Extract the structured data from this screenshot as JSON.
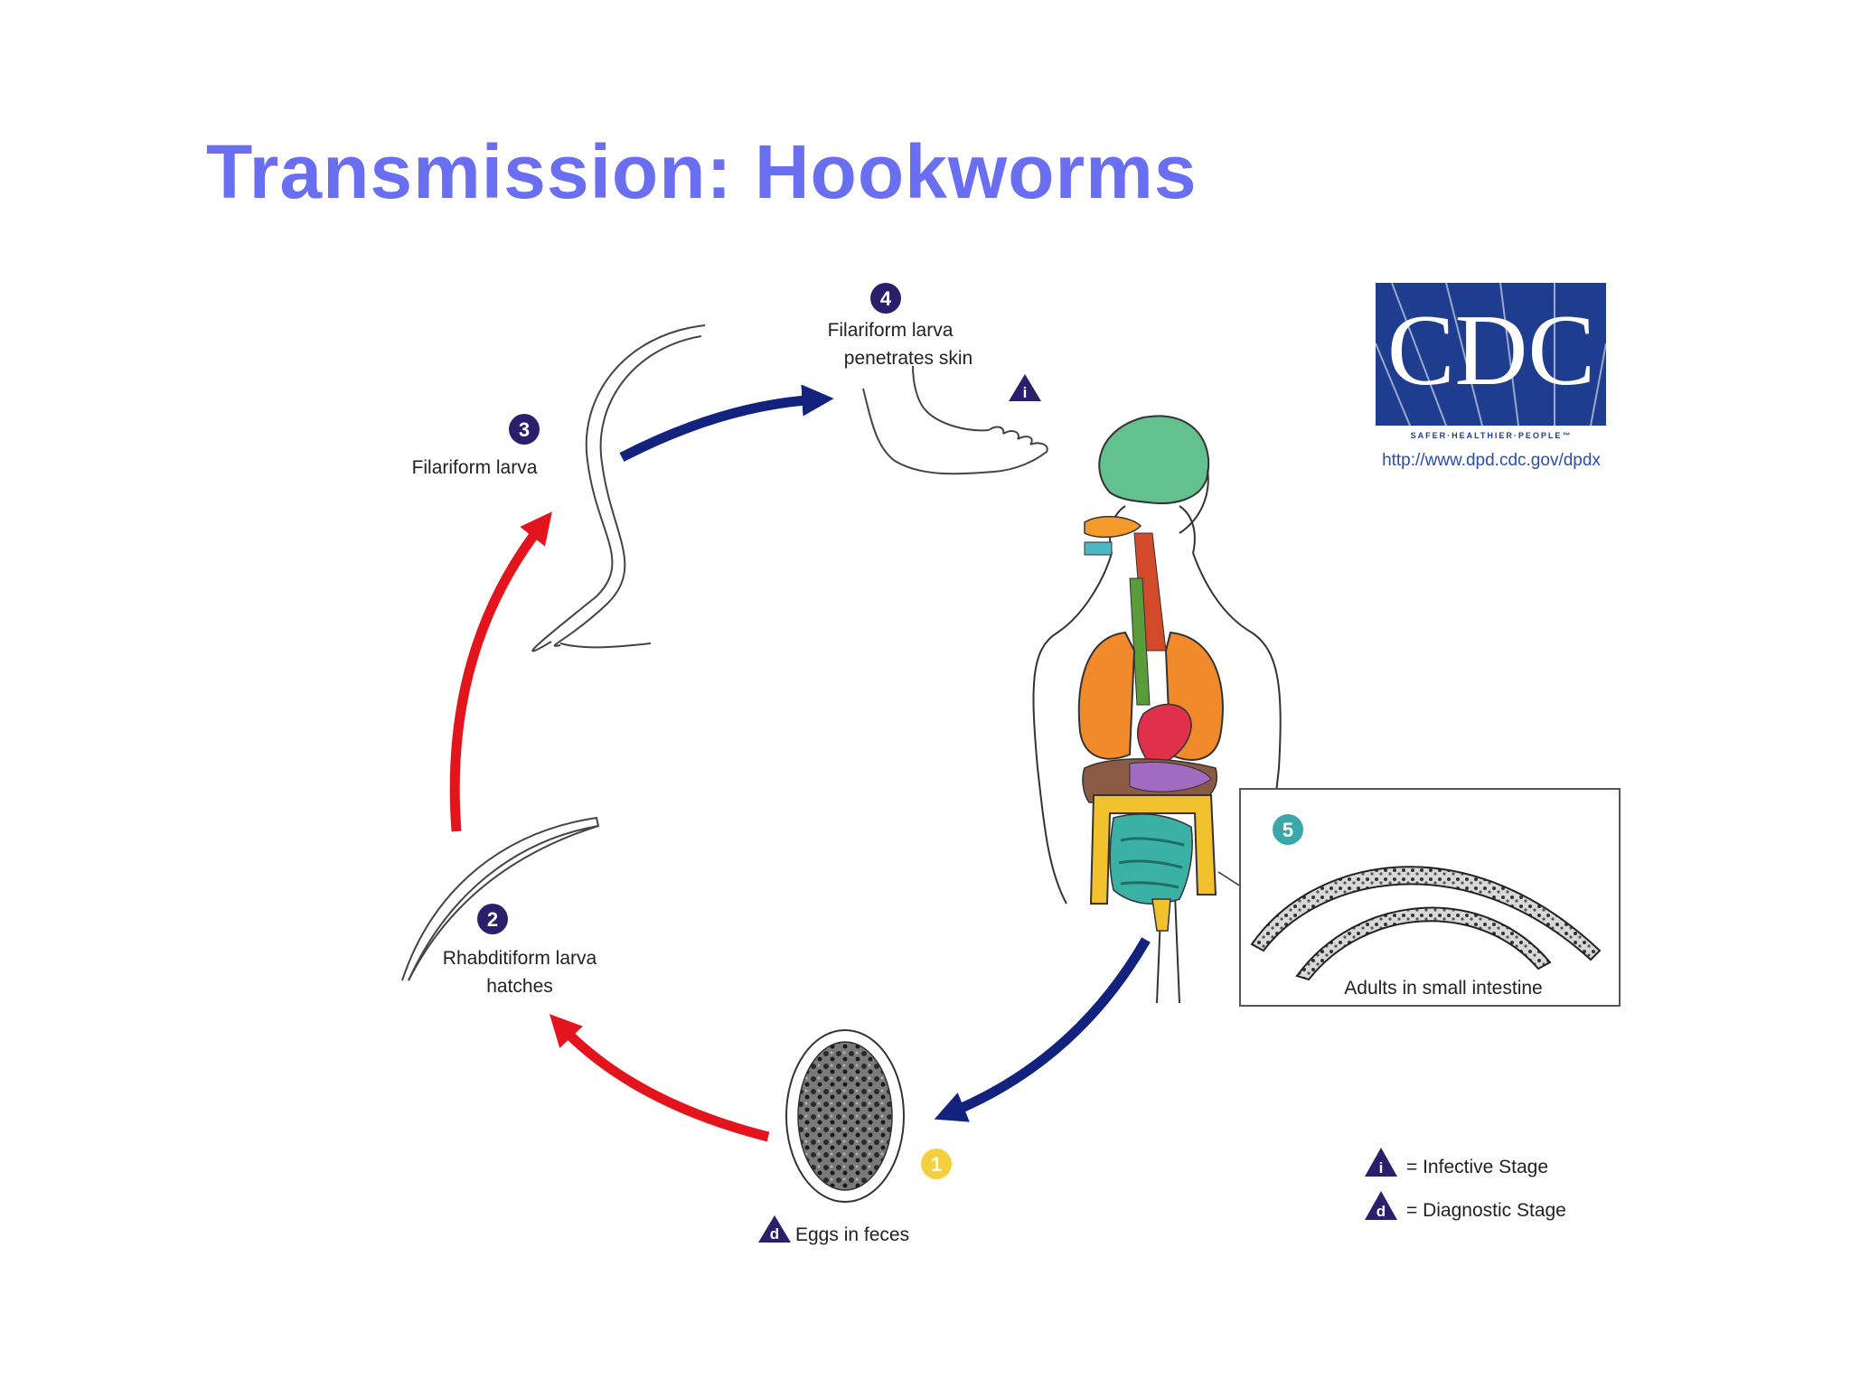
{
  "title": "Transmission: Hookworms",
  "logo": {
    "letters": "CDC",
    "tagline": "SAFER·HEALTHIER·PEOPLE™",
    "url": "http://www.dpd.cdc.gov/dpdx"
  },
  "stages": [
    {
      "number": "1",
      "label_lines": [
        "Eggs in feces"
      ],
      "marker": "diagnostic"
    },
    {
      "number": "2",
      "label_lines": [
        "Rhabditiform larva",
        "hatches"
      ]
    },
    {
      "number": "3",
      "label_lines": [
        "Filariform larva"
      ]
    },
    {
      "number": "4",
      "label_lines": [
        "Filariform larva",
        "penetrates skin"
      ],
      "marker": "infective"
    },
    {
      "number": "5",
      "label_lines": [
        "Adults in small intestine"
      ]
    }
  ],
  "legend": {
    "infective": {
      "symbol_text": "i",
      "label": "= Infective Stage"
    },
    "diagnostic": {
      "symbol_text": "d",
      "label": "= Diagnostic Stage"
    }
  },
  "colors": {
    "title": "#6a6ef0",
    "badge_dark": "#2b1e6b",
    "badge_teal": "#3aa7a8",
    "badge_yellow": "#f4d03f",
    "arrow_blue": "#13217f",
    "arrow_red": "#e3141b",
    "cdc_blue": "#1f3d8f"
  }
}
